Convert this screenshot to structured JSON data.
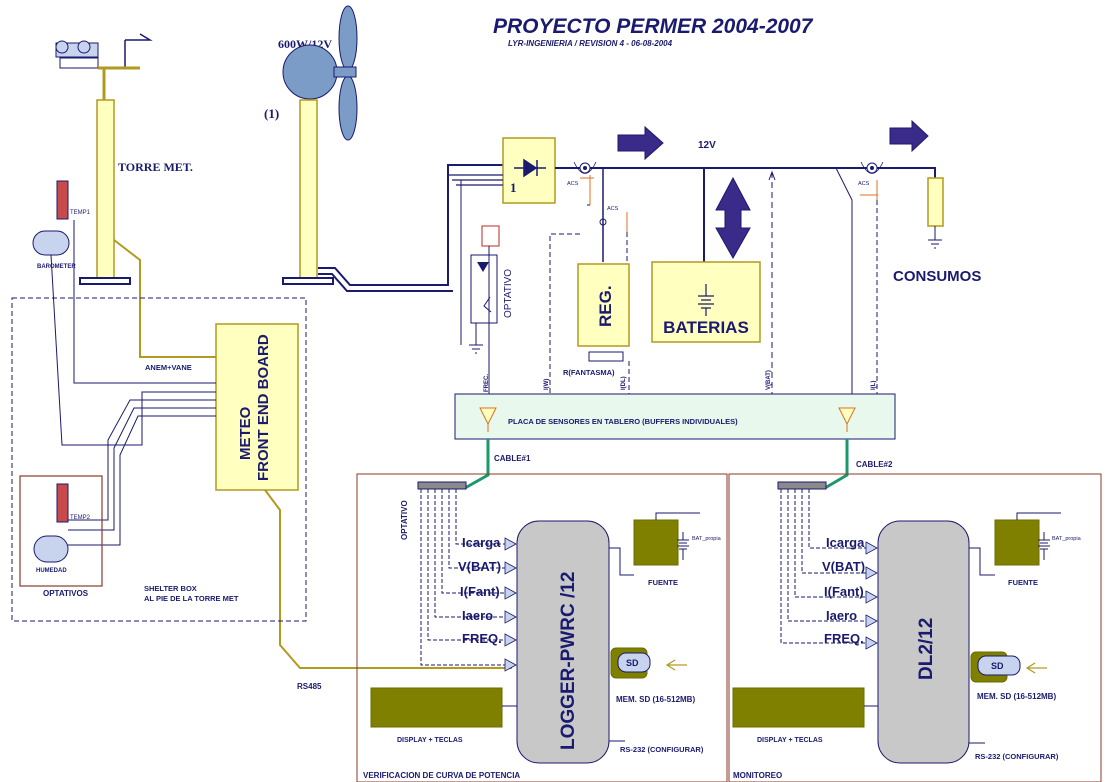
{
  "header": {
    "title": "PROYECTO PERMER 2004-2007",
    "subtitle": "LYR-INGENIERIA / REVISION 4 - 06-08-2004"
  },
  "tower": {
    "label": "TORRE MET.",
    "temp1": "TEMP1",
    "barometer": "BAROMETER"
  },
  "turbine": {
    "rating": "600W/12V",
    "ref": "(1)"
  },
  "bus": {
    "voltage": "12V",
    "diode_ref": "1",
    "acs1": "ACS",
    "acs2": "ACS",
    "acs3": "ACS"
  },
  "blocks": {
    "optativo": "OPTATIVO",
    "reg": "REG.",
    "baterias": "BATERIAS",
    "consumos": "CONSUMOS",
    "r_fantasma": "R(FANTASMA)",
    "meteo_line1": "METEO",
    "meteo_line2": "FRONT END BOARD",
    "anem_vane": "ANEM+VANE"
  },
  "signals": {
    "frec": "FREC.",
    "i_w": "I(W)",
    "i_dl": "I(DL)",
    "v_bat": "V(BAT)",
    "i_l": "I(L)"
  },
  "sensor_board": {
    "label": "PLACA DE SENSORES EN TABLERO (BUFFERS INDIVIDUALES)",
    "cable1": "CABLE#1",
    "cable2": "CABLE#2"
  },
  "shelter": {
    "temp2": "TEMP2",
    "humedad": "HUMEDAD",
    "optativos": "OPTATIVOS",
    "line1": "SHELTER BOX",
    "line2": "AL PIE DE LA TORRE MET",
    "rs485": "RS485"
  },
  "logger": {
    "name": "LOGGER-PWRC /12",
    "optativo": "OPTATIVO",
    "inputs": [
      "Icarga",
      "V(BAT)",
      "I(Fant)",
      "Iaero",
      "FREQ."
    ],
    "fuente": "FUENTE",
    "bat": "BAT_propia",
    "sd": "SD",
    "mem": "MEM. SD (16-512MB)",
    "display": "DISPLAY + TECLAS",
    "rs232": "RS-232 (CONFIGURAR)",
    "section": "VERIFICACION DE CURVA DE POTENCIA"
  },
  "dl": {
    "name": "DL2/12",
    "inputs": [
      "Icarga",
      "V(BAT)",
      "I(Fant)",
      "Iaero",
      "FREQ."
    ],
    "fuente": "FUENTE",
    "bat": "BAT_propia",
    "sd": "SD",
    "mem": "MEM. SD (16-512MB)",
    "display": "DISPLAY + TECLAS",
    "rs232": "RS-232 (CONFIGURAR)",
    "section": "MONITOREO"
  },
  "colors": {
    "cream": "#ffffc0",
    "navy": "#1a1a6e",
    "olive": "#808000",
    "olive_dark": "#6b6b00",
    "cable_green": "#1a9a6a",
    "gold_line": "#b09a20",
    "gray_block": "#c8c8c8",
    "steel_blue": "#7a9cc6",
    "board_green": "#e8f8ec",
    "section_red": "#8a3a2a",
    "orange": "#e07020"
  }
}
